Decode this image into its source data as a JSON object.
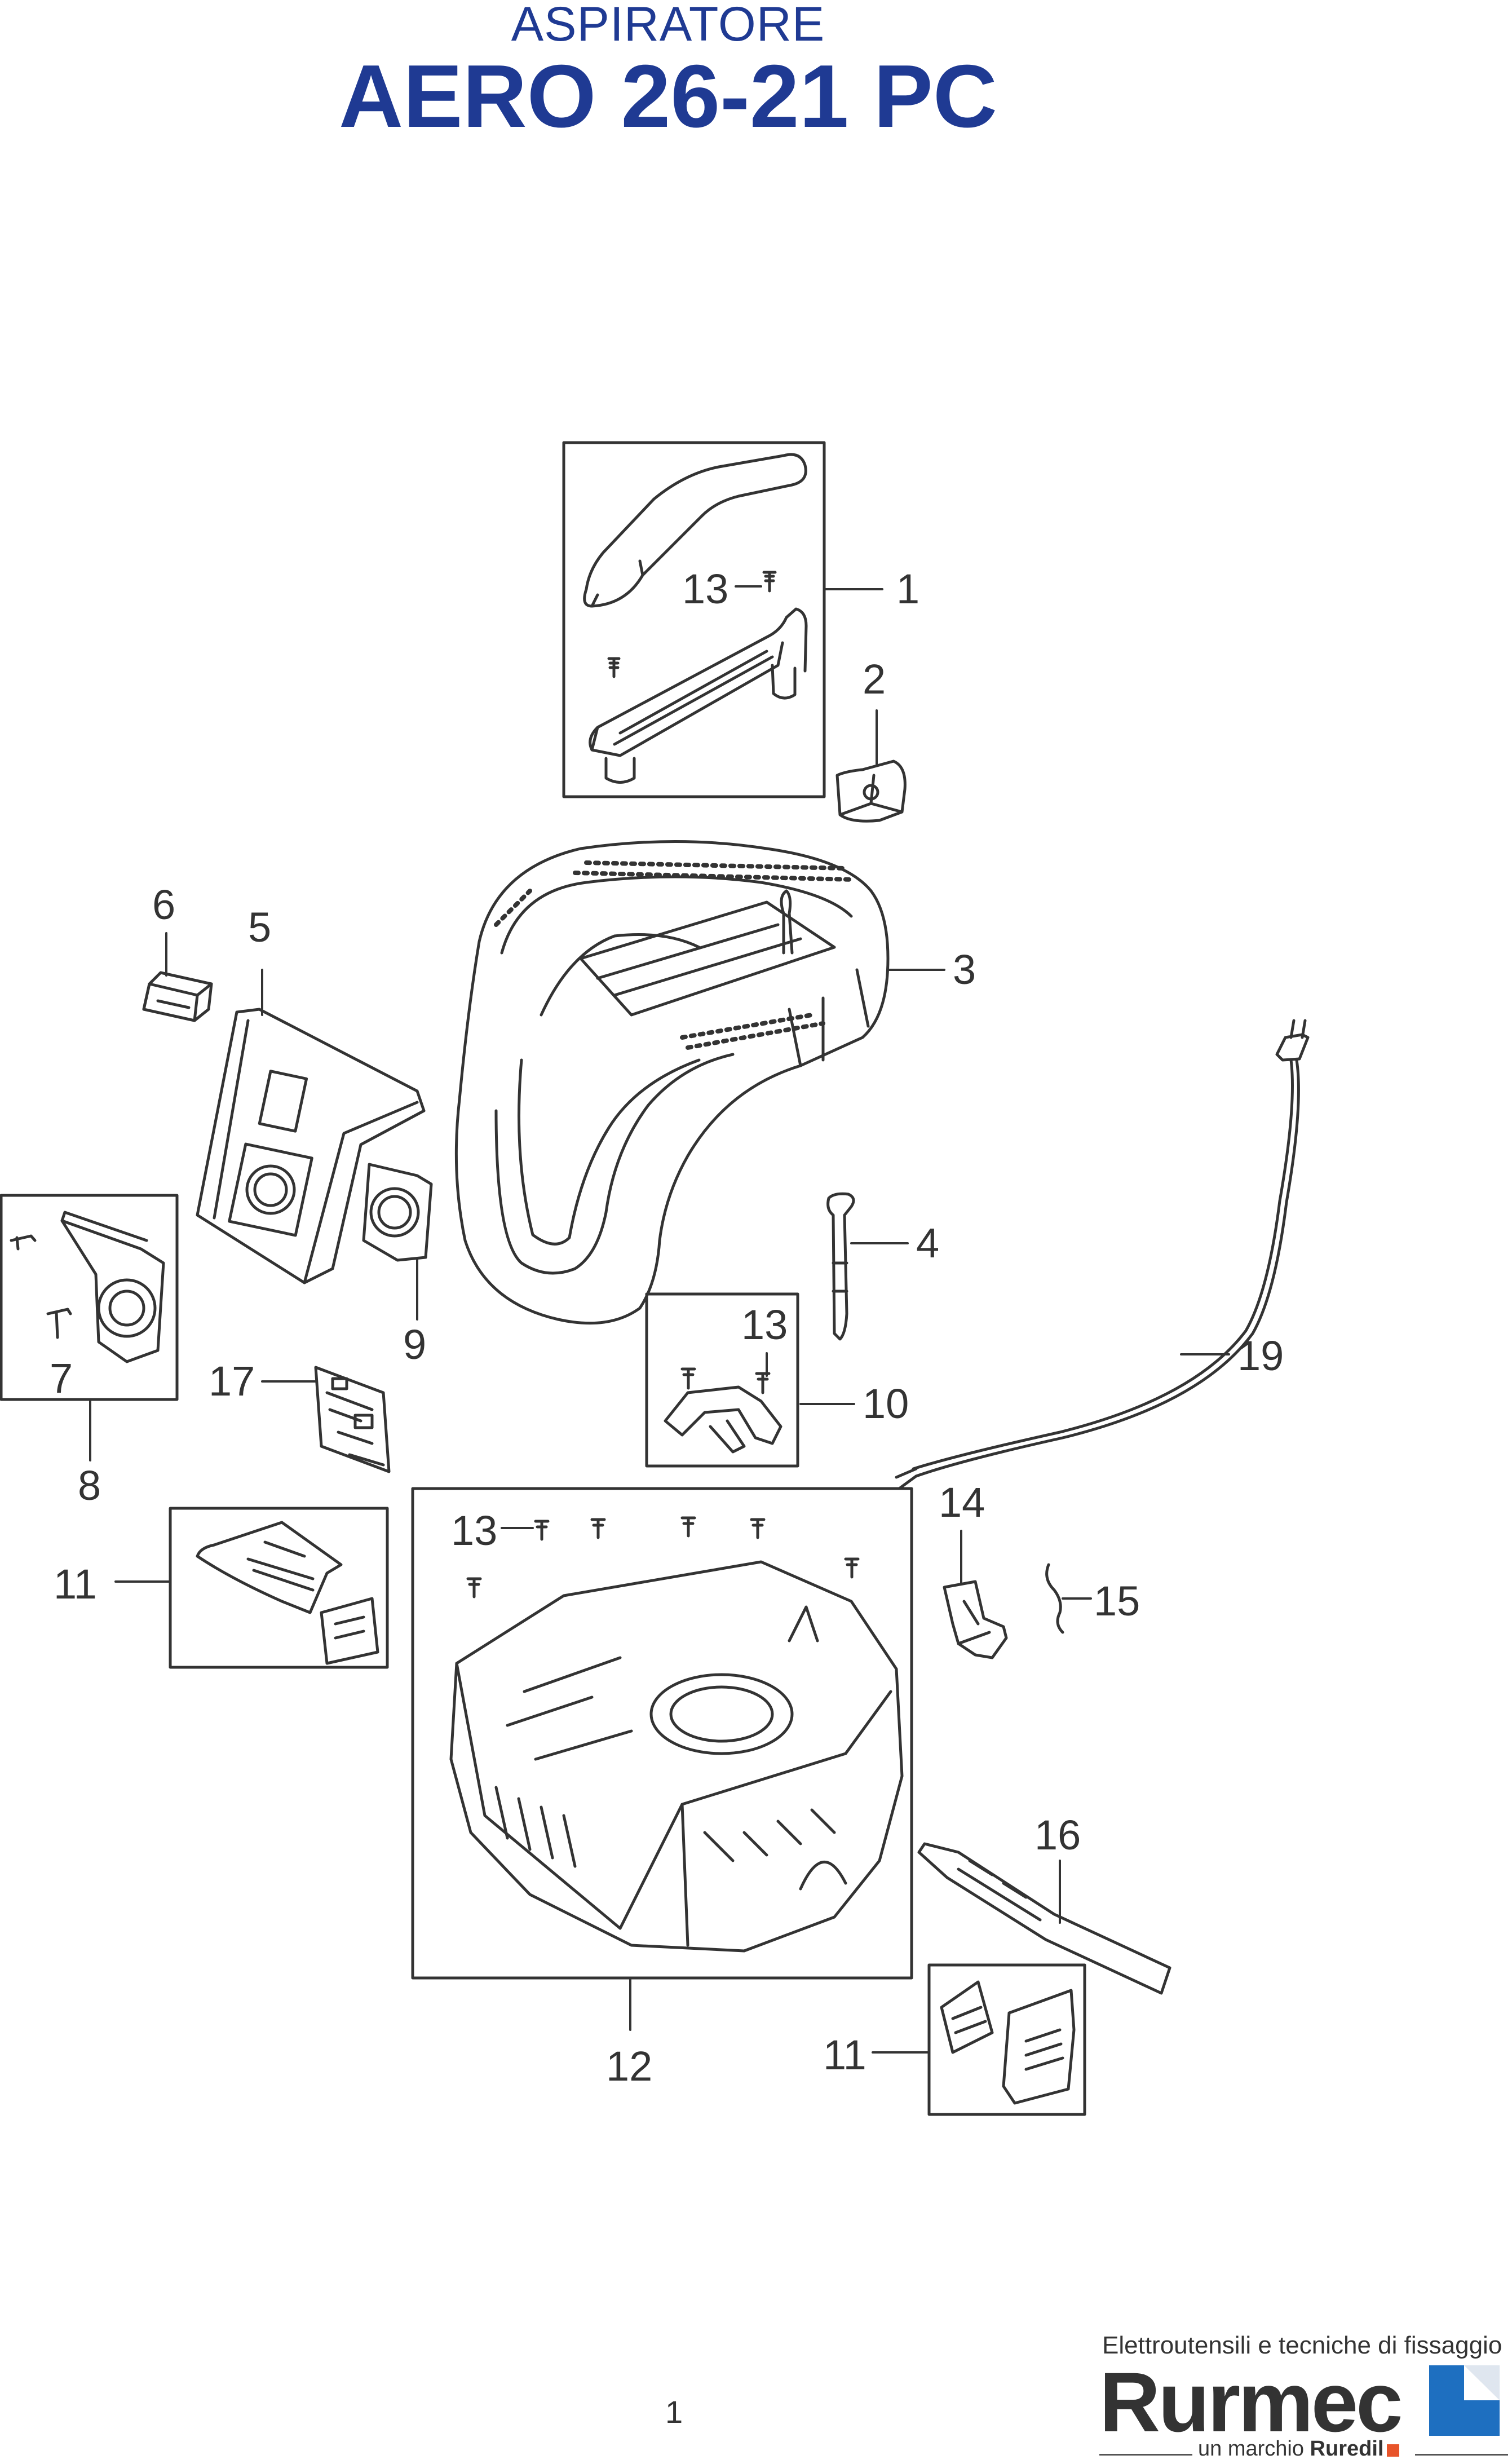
{
  "header": {
    "subtitle": "ASPIRATORE",
    "title": "AERO 26-21 PC"
  },
  "parts": {
    "p1": "1",
    "p2": "2",
    "p3": "3",
    "p4": "4",
    "p5": "5",
    "p6": "6",
    "p7": "7",
    "p8": "8",
    "p9": "9",
    "p10": "10",
    "p11a": "11",
    "p11b": "11",
    "p12": "12",
    "p13a": "13",
    "p13b": "13",
    "p13c": "13",
    "p14": "14",
    "p15": "15",
    "p16": "16",
    "p17": "17",
    "p19": "19"
  },
  "footer": {
    "page_number": "1",
    "tagline": "Elettroutensili e tecniche di fissaggio",
    "brand": "Rurmec",
    "sub_prefix": "un marchio",
    "sub_brand": "Ruredil",
    "colors": {
      "brand_blue": "#1f3a93",
      "logo_blue": "#1e6fc0",
      "ruredil_orange": "#e8542a"
    }
  }
}
